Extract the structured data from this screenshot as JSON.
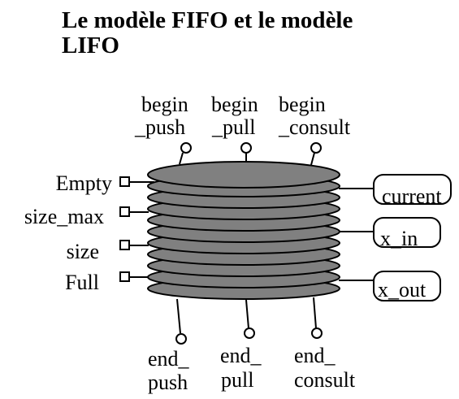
{
  "title": "Le modèle FIFO et le modèle LIFO",
  "colors": {
    "disk_fill": "#808080",
    "stroke": "#000000",
    "background": "#ffffff"
  },
  "diagram": {
    "top_ports": [
      {
        "line1": "begin",
        "line2": "_push"
      },
      {
        "line1": "begin",
        "line2": "_pull"
      },
      {
        "line1": "begin",
        "line2": "_consult"
      }
    ],
    "bottom_ports": [
      {
        "line1": "end_",
        "line2": "push"
      },
      {
        "line1": "end_",
        "line2": "pull"
      },
      {
        "line1": "end_",
        "line2": "consult"
      }
    ],
    "left_ports": [
      "Empty",
      "size_max",
      "size",
      "Full"
    ],
    "right_ports": [
      "current",
      "x_in",
      "x_out"
    ]
  }
}
